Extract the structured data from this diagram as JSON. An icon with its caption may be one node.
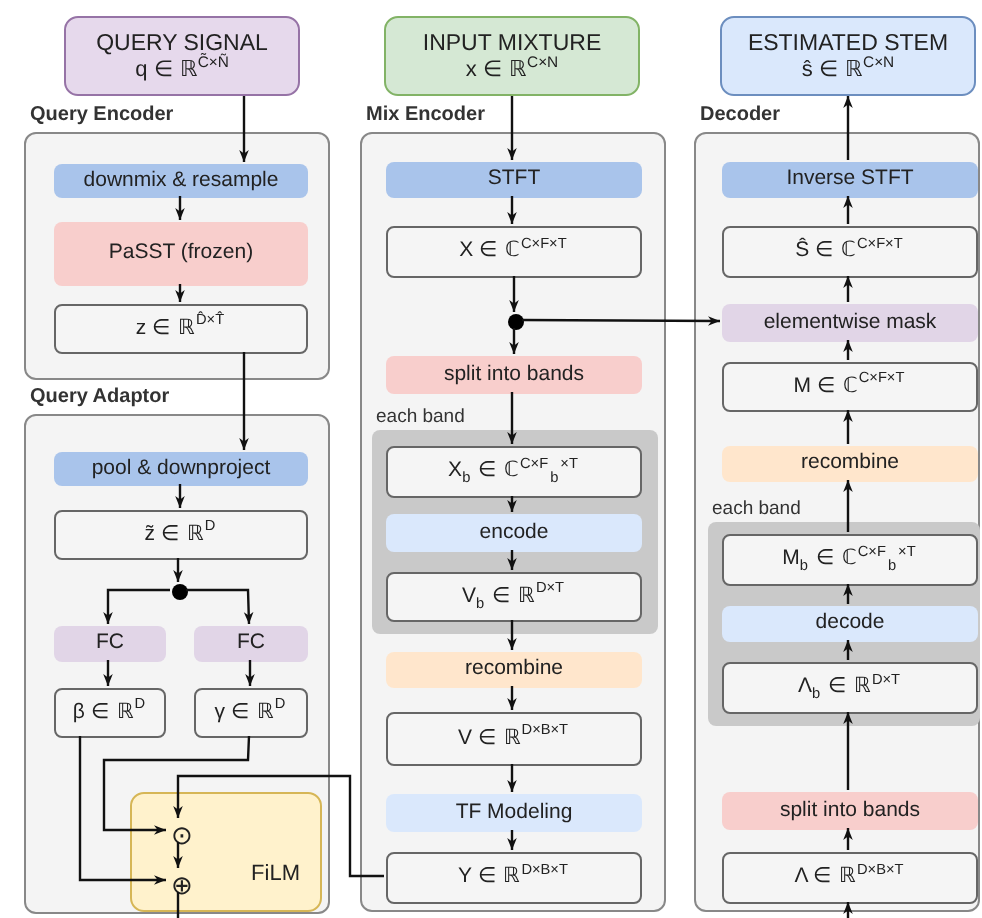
{
  "diagram": {
    "nodes": [
      {
        "text": [
          "QUERY SIGNAL",
          "q ∈ ℝ$^{C̃×Ñ}$"
        ]
      },
      {
        "text": [
          "Query Encoder"
        ]
      },
      {
        "text": [
          "downmix & resample"
        ],
        "in": 1
      },
      {
        "text": [
          "PaSST (frozen)"
        ],
        "in": 1
      },
      {
        "text": [
          "z ∈ ℝ$^{D̂×T̂}$"
        ],
        "in": 1
      },
      {
        "text": [
          "Query Adaptor"
        ]
      },
      {
        "text": [
          "pool & downproject"
        ],
        "in": 5
      },
      {
        "text": [
          "z̃ ∈ ℝ$^{D}$"
        ],
        "in": 5
      },
      {
        "text": [],
        "shape": "circle",
        "in": 5
      },
      {
        "text": [
          "FC"
        ],
        "in": 5
      },
      {
        "text": [
          "FC"
        ],
        "in": 5
      },
      {
        "text": [
          "β ∈ ℝ$^{D}$"
        ],
        "in": 5
      },
      {
        "text": [
          "γ ∈ ℝ$^{D}$"
        ],
        "in": 5
      },
      {
        "text": [
          "FiLM"
        ],
        "in": 5
      },
      {
        "text": [
          "⊙"
        ],
        "in": 13
      },
      {
        "text": [
          "⊕"
        ],
        "in": 13
      },
      {
        "text": [
          "INPUT MIXTURE",
          "x ∈ ℝ$^{C×N}$"
        ]
      },
      {
        "text": [
          "Mix Encoder"
        ]
      },
      {
        "text": [
          "STFT"
        ],
        "in": 17
      },
      {
        "text": [
          "X ∈ ℂ$^{C×F×T}$"
        ],
        "in": 17
      },
      {
        "text": [],
        "shape": "circle",
        "in": 17
      },
      {
        "text": [
          "split into bands"
        ],
        "in": 17
      },
      {
        "text": [
          "each band"
        ],
        "in": 17
      },
      {
        "text": [
          "X$_{b}$ ∈ ℂ$^{C×F}$$_{b}$$^{×T}$"
        ],
        "in": 22
      },
      {
        "text": [
          "encode"
        ],
        "in": 22
      },
      {
        "text": [
          "V$_{b}$ ∈ ℝ$^{D×T}$"
        ],
        "in": 22
      },
      {
        "text": [
          "recombine"
        ],
        "in": 17
      },
      {
        "text": [
          "V ∈ ℝ$^{D×B×T}$"
        ],
        "in": 17
      },
      {
        "text": [
          "TF Modeling"
        ],
        "in": 17
      },
      {
        "text": [
          "Υ ∈ ℝ$^{D×B×T}$"
        ],
        "in": 17
      },
      {
        "text": [
          "ESTIMATED STEM",
          "ŝ ∈ ℝ$^{C×N}$"
        ]
      },
      {
        "text": [
          "Decoder"
        ]
      },
      {
        "text": [
          "Inverse STFT"
        ],
        "in": 31
      },
      {
        "text": [
          "Ŝ ∈ ℂ$^{C×F×T}$"
        ],
        "in": 31
      },
      {
        "text": [
          "elementwise mask"
        ],
        "in": 31
      },
      {
        "text": [
          "M ∈ ℂ$^{C×F×T}$"
        ],
        "in": 31
      },
      {
        "text": [
          "recombine"
        ],
        "in": 31
      },
      {
        "text": [
          "each band"
        ],
        "in": 31
      },
      {
        "text": [
          "M$_{b}$ ∈ ℂ$^{C×F}$$_{b}$$^{×T}$"
        ],
        "in": 37
      },
      {
        "text": [
          "decode"
        ],
        "in": 37
      },
      {
        "text": [
          "Λ$_{b}$ ∈ ℝ$^{D×T}$"
        ],
        "in": 37
      },
      {
        "text": [
          "split into bands"
        ],
        "in": 31
      },
      {
        "text": [
          "Λ ∈ ℝ$^{D×B×T}$"
        ],
        "in": 31
      }
    ],
    "edges": [
      {
        "from": 0,
        "to": 2,
        "arrow": "to"
      },
      {
        "from": 2,
        "to": 3,
        "arrow": "to"
      },
      {
        "from": 3,
        "to": 4,
        "arrow": "to"
      },
      {
        "from": 4,
        "to": 6,
        "arrow": "to"
      },
      {
        "from": 6,
        "to": 7,
        "arrow": "to"
      },
      {
        "from": 7,
        "to": 8,
        "arrow": "to"
      },
      {
        "from": 8,
        "to": 9,
        "arrow": "to"
      },
      {
        "from": 8,
        "to": 10,
        "arrow": "to"
      },
      {
        "from": 9,
        "to": 11,
        "arrow": "to"
      },
      {
        "from": 10,
        "to": 12,
        "arrow": "to"
      },
      {
        "from": 12,
        "to": 14,
        "arrow": "to"
      },
      {
        "from": 11,
        "to": 15,
        "arrow": "to"
      },
      {
        "from": 29,
        "to": 14,
        "arrow": "to"
      },
      {
        "from": 14,
        "to": 15,
        "arrow": "to"
      },
      {
        "from": 15,
        "to": null,
        "arrow": "none"
      },
      {
        "from": 16,
        "to": 18,
        "arrow": "to"
      },
      {
        "from": 18,
        "to": 19,
        "arrow": "to"
      },
      {
        "from": 19,
        "to": 20,
        "arrow": "to"
      },
      {
        "from": 20,
        "to": 21,
        "arrow": "to"
      },
      {
        "from": 20,
        "to": 34,
        "arrow": "to"
      },
      {
        "from": 21,
        "to": 23,
        "arrow": "to"
      },
      {
        "from": 23,
        "to": 24,
        "arrow": "to"
      },
      {
        "from": 24,
        "to": 25,
        "arrow": "to"
      },
      {
        "from": 25,
        "to": 26,
        "arrow": "to"
      },
      {
        "from": 26,
        "to": 27,
        "arrow": "to"
      },
      {
        "from": 27,
        "to": 28,
        "arrow": "to"
      },
      {
        "from": 28,
        "to": 29,
        "arrow": "to"
      },
      {
        "from": null,
        "to": 42,
        "arrow": "to"
      },
      {
        "from": 42,
        "to": 41,
        "arrow": "to"
      },
      {
        "from": 41,
        "to": 40,
        "arrow": "to"
      },
      {
        "from": 40,
        "to": 39,
        "arrow": "to"
      },
      {
        "from": 39,
        "to": 38,
        "arrow": "to"
      },
      {
        "from": 38,
        "to": 36,
        "arrow": "to"
      },
      {
        "from": 36,
        "to": 35,
        "arrow": "to"
      },
      {
        "from": 35,
        "to": 34,
        "arrow": "to"
      },
      {
        "from": 34,
        "to": 33,
        "arrow": "to"
      },
      {
        "from": 33,
        "to": 32,
        "arrow": "to"
      },
      {
        "from": 32,
        "to": 30,
        "arrow": "to"
      }
    ]
  }
}
